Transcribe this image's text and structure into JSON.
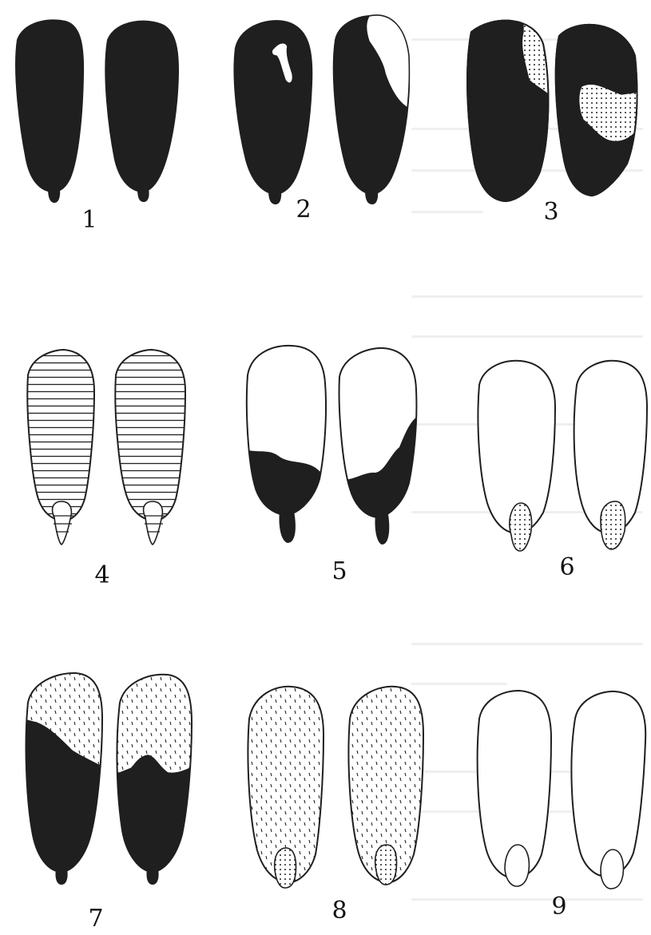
{
  "panels": [
    {
      "label": "1"
    },
    {
      "label": "2"
    },
    {
      "label": "3"
    },
    {
      "label": "4"
    },
    {
      "label": "5"
    },
    {
      "label": "6"
    },
    {
      "label": "7"
    },
    {
      "label": "8"
    },
    {
      "label": "9"
    }
  ],
  "colors": {
    "ink": "#1f1f1f",
    "paper": "#ffffff",
    "background": "#ffffff"
  }
}
